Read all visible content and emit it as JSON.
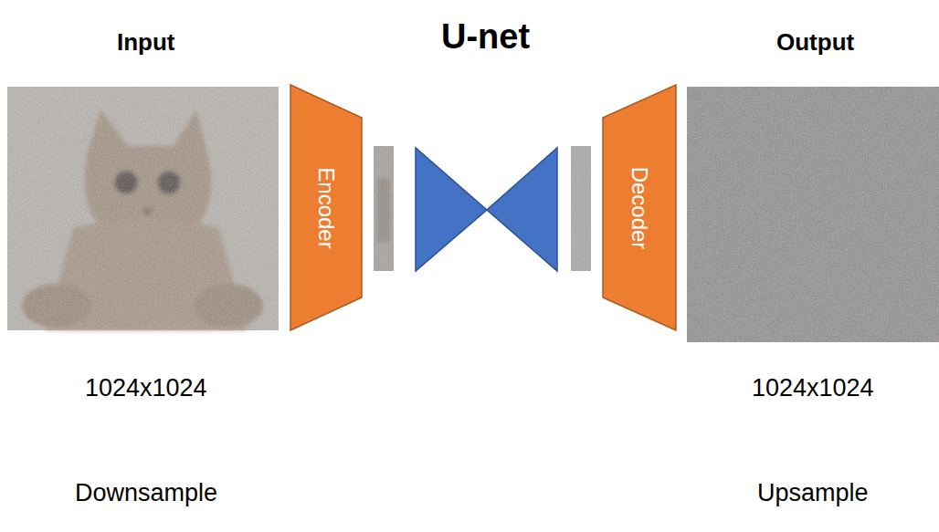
{
  "diagram": {
    "title": "U-net",
    "nodes": [
      {
        "text": [
          "Encoder"
        ]
      },
      {
        "text": [
          "Decoder"
        ]
      }
    ],
    "labels": [
      "Input",
      "Output",
      "1024x1024",
      "1024x1024",
      "Downsample",
      "Upsample"
    ]
  }
}
